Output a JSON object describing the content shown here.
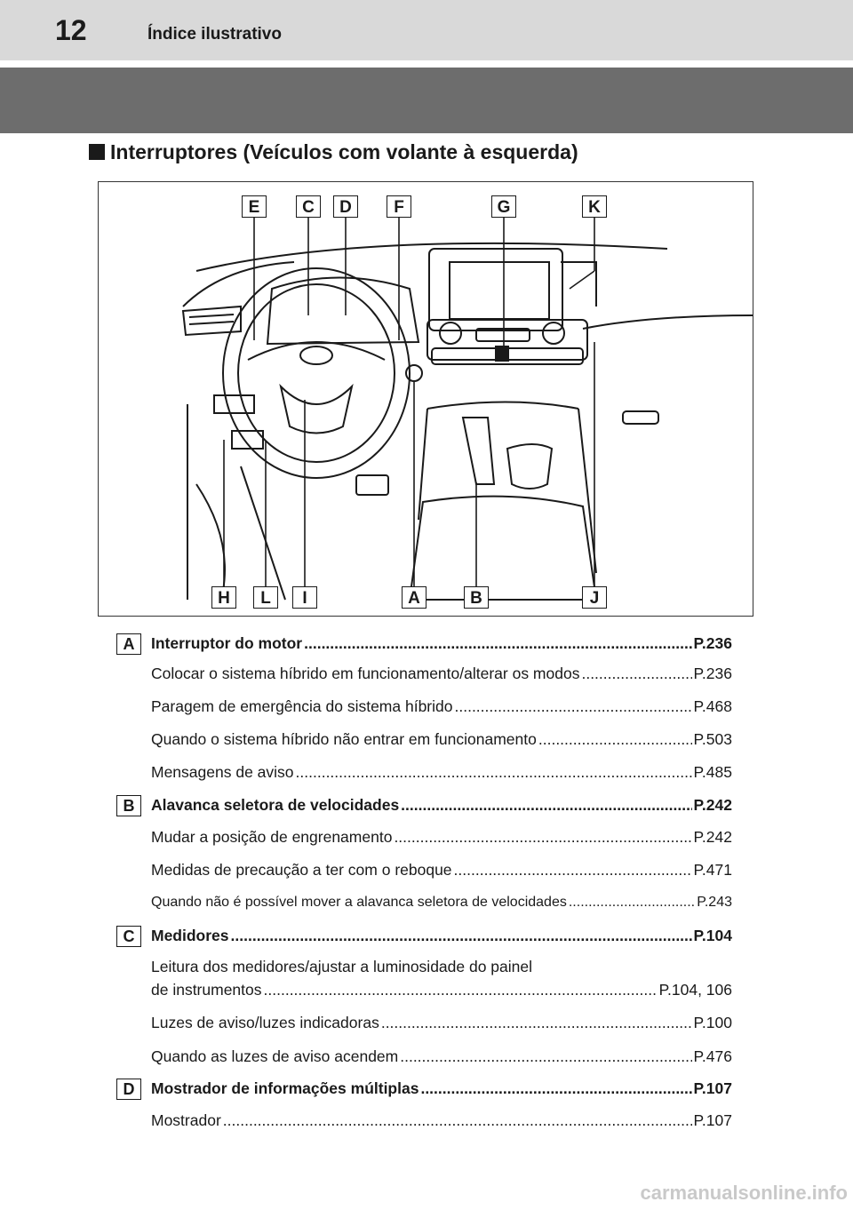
{
  "header": {
    "page_number": "12",
    "title": "Índice ilustrativo"
  },
  "section_title": "Interruptores (Veículos com volante à esquerda)",
  "figure": {
    "top_callouts": [
      "E",
      "C",
      "D",
      "F",
      "G",
      "K"
    ],
    "bottom_callouts": [
      "H",
      "L",
      "I",
      "A",
      "B",
      "J"
    ]
  },
  "groups": [
    {
      "letter": "A",
      "items": [
        {
          "text": "Interruptor do motor",
          "page": "P.236",
          "bold": true
        },
        {
          "text": "Colocar o sistema híbrido em funcionamento/alterar os modos",
          "page": "P.236"
        },
        {
          "text": "Paragem de emergência do sistema híbrido",
          "page": "P.468"
        },
        {
          "text": "Quando o sistema híbrido não entrar em funcionamento",
          "page": "P.503"
        },
        {
          "text": "Mensagens de aviso",
          "page": "P.485"
        }
      ]
    },
    {
      "letter": "B",
      "items": [
        {
          "text": "Alavanca seletora de velocidades",
          "page": "P.242",
          "bold": true
        },
        {
          "text": "Mudar a posição de engrenamento",
          "page": "P.242"
        },
        {
          "text": "Medidas de precaução a ter com o reboque",
          "page": "P.471"
        },
        {
          "text": "Quando não é possível mover a alavanca seletora de velocidades",
          "page": "P.243"
        }
      ]
    },
    {
      "letter": "C",
      "items": [
        {
          "text": "Medidores",
          "page": "P.104",
          "bold": true
        },
        {
          "text_line1": "Leitura dos medidores/ajustar a luminosidade do painel",
          "text": "de instrumentos",
          "page": "P.104, 106"
        },
        {
          "text": "Luzes de aviso/luzes indicadoras",
          "page": "P.100"
        },
        {
          "text": "Quando as luzes de aviso acendem",
          "page": "P.476"
        }
      ]
    },
    {
      "letter": "D",
      "items": [
        {
          "text": "Mostrador de informações múltiplas",
          "page": "P.107",
          "bold": true
        },
        {
          "text": "Mostrador",
          "page": "P.107"
        }
      ]
    }
  ],
  "watermark": "carmanualsonline.info"
}
